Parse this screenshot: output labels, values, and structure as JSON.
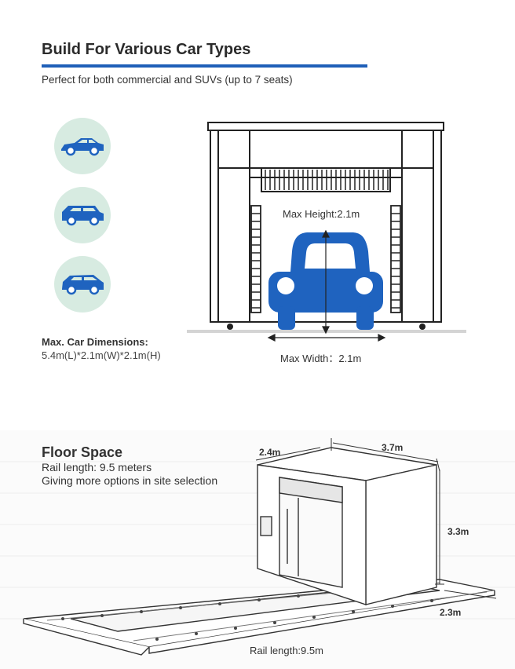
{
  "header": {
    "title": "Build For Various Car Types",
    "subtitle": "Perfect for both commercial and SUVs (up to 7 seats)"
  },
  "car_types": [
    {
      "icon": "sedan-icon"
    },
    {
      "icon": "suv-icon"
    },
    {
      "icon": "mpv-icon"
    }
  ],
  "dimensions": {
    "label": "Max. Car Dimensions:",
    "value": "5.4m(L)*2.1m(W)*2.1m(H)"
  },
  "wash_diagram": {
    "max_height": "Max Height:2.1m",
    "max_width": "Max Width：2.1m",
    "accent_color": "#1f63bf"
  },
  "floor_space": {
    "title": "Floor Space",
    "line1": "Rail length: 9.5 meters",
    "line2": "Giving more options in site selection",
    "depth": "2.4m",
    "length": "3.7m",
    "height": "3.3m",
    "width": "2.3m",
    "rail_length": "Rail length:9.5m"
  },
  "colors": {
    "brand_blue": "#1f5fb8",
    "badge_bg": "#d7ebe1"
  }
}
